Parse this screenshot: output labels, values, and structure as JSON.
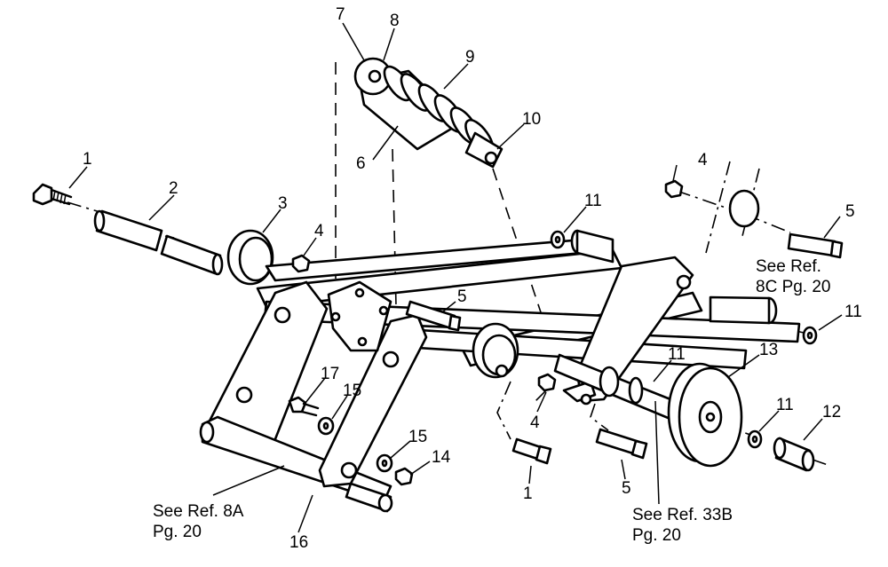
{
  "callouts": {
    "c1a": "1",
    "c1b": "1",
    "c2": "2",
    "c3": "3",
    "c4a": "4",
    "c4b": "4",
    "c4c": "4",
    "c5a": "5",
    "c5b": "5",
    "c5c": "5",
    "c6": "6",
    "c7": "7",
    "c8": "8",
    "c9": "9",
    "c10": "10",
    "c11a": "11",
    "c11b": "11",
    "c11c": "11",
    "c11d": "11",
    "c12": "12",
    "c13": "13",
    "c14": "14",
    "c15a": "15",
    "c15b": "15",
    "c16": "16",
    "c17": "17"
  },
  "notes": {
    "ref8a_line1": "See Ref. 8A",
    "ref8a_line2": "Pg. 20",
    "ref8c_line1": "See Ref.",
    "ref8c_line2": "8C Pg. 20",
    "ref33b_line1": "See Ref. 33B",
    "ref33b_line2": "Pg. 20"
  }
}
